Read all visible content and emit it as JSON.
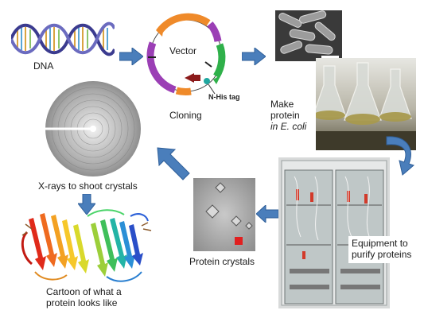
{
  "nodes": {
    "dna": {
      "label": "DNA"
    },
    "vector": {
      "label": "Vector",
      "tag_label": "N-His tag"
    },
    "cloning": {
      "label": "Cloning"
    },
    "ecoli": {
      "line1": "Make",
      "line2": "protein",
      "line3": "in E. coli"
    },
    "equipment": {
      "line1": "Equipment to",
      "line2": "purify proteins"
    },
    "crystals": {
      "label": "Protein crystals"
    },
    "xray": {
      "label": "X-rays to shoot crystals"
    },
    "cartoon": {
      "line1": "Cartoon of what a",
      "line2": "protein looks like"
    }
  },
  "colors": {
    "arrow": "#4a7ebb",
    "arrow_dark": "#2f5f99",
    "accent_red": "#e11f1f"
  }
}
